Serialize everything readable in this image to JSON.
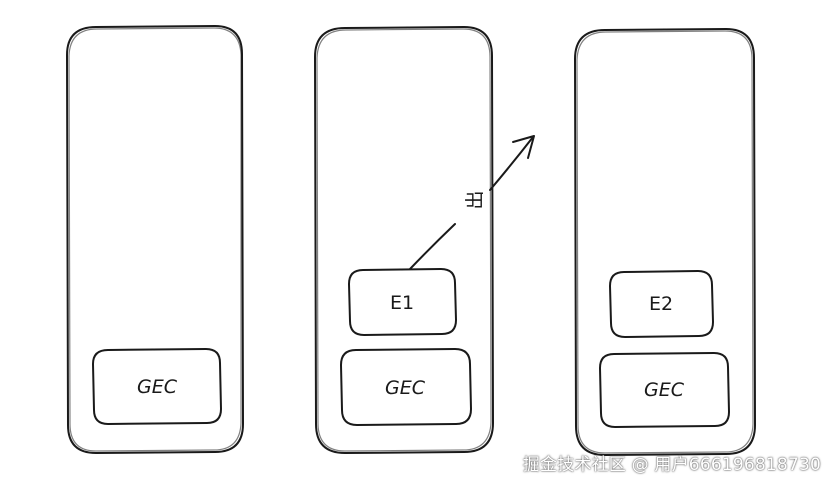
{
  "stacks": [
    {
      "frames": [
        {
          "label": "GEC"
        }
      ]
    },
    {
      "frames": [
        {
          "label": "E1"
        },
        {
          "label": "GEC"
        }
      ],
      "arrow_label": "出"
    },
    {
      "frames": [
        {
          "label": "E2"
        },
        {
          "label": "GEC"
        }
      ]
    }
  ],
  "watermark": "掘金技术社区 @ 用户666196818730",
  "colors": {
    "stroke": "#1a1a1a",
    "background": "#ffffff"
  }
}
